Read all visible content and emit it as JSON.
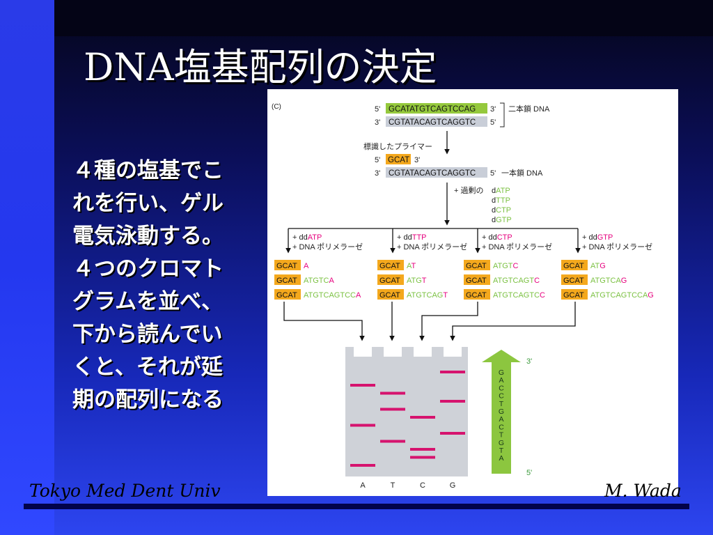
{
  "slide": {
    "title": "DNA塩基配列の決定",
    "body_lines": [
      "４種の塩基でこ",
      "れを行い、ゲル",
      "電気泳動する。",
      "４つのクロマト",
      "グラムを並べ、",
      "下から読んでい",
      "くと、それが延",
      "期の配列になる"
    ],
    "footer_left": "Tokyo Med Dent Univ",
    "footer_right": "M. Wada"
  },
  "figure": {
    "panel_label": "(C)",
    "top_strand": {
      "prime5": "5'",
      "seq": "GCATATGTCAGTCCAG",
      "prime3": "3'"
    },
    "bottom_strand": {
      "prime3": "3'",
      "seq": "CGTATACAGTCAGGTC",
      "prime5": "5'"
    },
    "ds_label": "二本鎖 DNA",
    "primer_label": "標識したプライマー",
    "primer": {
      "prime5": "5'",
      "seq": "GCAT",
      "prime3": "3'"
    },
    "template": {
      "prime3": "3'",
      "seq": "CGTATACAGTCAGGTC",
      "prime5": "5'"
    },
    "ss_label": "一本鎖 DNA",
    "excess_label": "+ 過剰の",
    "dntps": [
      {
        "d": "d",
        "base": "ATP",
        "color": "#7bc142"
      },
      {
        "d": "d",
        "base": "TTP",
        "color": "#7bc142"
      },
      {
        "d": "d",
        "base": "CTP",
        "color": "#7bc142"
      },
      {
        "d": "d",
        "base": "GTP",
        "color": "#7bc142"
      }
    ],
    "reactions": [
      {
        "dd": "+ dd",
        "base": "ATP",
        "poly": "+ DNA ポリメラーゼ",
        "products": [
          [
            "GCAT",
            "",
            "A"
          ],
          [
            "GCAT",
            "ATGTC",
            "A"
          ],
          [
            "GCAT",
            "ATGTCAGTCC",
            "A"
          ]
        ]
      },
      {
        "dd": "+ dd",
        "base": "TTP",
        "poly": "+ DNA ポリメラーゼ",
        "products": [
          [
            "GCAT",
            "A",
            "T"
          ],
          [
            "GCAT",
            "ATG",
            "T"
          ],
          [
            "GCAT",
            "ATGTCAG",
            "T"
          ]
        ]
      },
      {
        "dd": "+ dd",
        "base": "CTP",
        "poly": "+ DNA ポリメラーゼ",
        "products": [
          [
            "GCAT",
            "ATGT",
            "C"
          ],
          [
            "GCAT",
            "ATGTCAGT",
            "C"
          ],
          [
            "GCAT",
            "ATGTCAGTC",
            "C"
          ]
        ]
      },
      {
        "dd": "+ dd",
        "base": "GTP",
        "poly": "+ DNA ポリメラーゼ",
        "products": [
          [
            "GCAT",
            "AT",
            "G"
          ],
          [
            "GCAT",
            "ATGTCA",
            "G"
          ],
          [
            "GCAT",
            "ATGTCAGTCCA",
            "G"
          ]
        ]
      }
    ],
    "lanes": [
      "A",
      "T",
      "C",
      "G"
    ],
    "band_rows": [
      {
        "lane": 0,
        "row": 0
      },
      {
        "lane": 2,
        "row": 1
      },
      {
        "lane": 2,
        "row": 2
      },
      {
        "lane": 1,
        "row": 3
      },
      {
        "lane": 3,
        "row": 4
      },
      {
        "lane": 0,
        "row": 5
      },
      {
        "lane": 2,
        "row": 6
      },
      {
        "lane": 1,
        "row": 7
      },
      {
        "lane": 3,
        "row": 8
      },
      {
        "lane": 1,
        "row": 9
      },
      {
        "lane": 0,
        "row": 10
      },
      {
        "lane": 3,
        "row": -1
      }
    ],
    "read_sequence": [
      "G",
      "A",
      "C",
      "C",
      "T",
      "G",
      "A",
      "C",
      "T",
      "G",
      "T",
      "A"
    ],
    "arrow_top": "3'",
    "arrow_bottom": "5'",
    "colors": {
      "top_seq_bg": "#95c93d",
      "bottom_seq_bg": "#c9ced8",
      "primer_bg": "#f4a81d",
      "dd_color": "#e6007e",
      "green": "#7bc142",
      "band": "#d6136e",
      "gel": "#cfd2d8",
      "arrow": "#8cc63f"
    }
  }
}
